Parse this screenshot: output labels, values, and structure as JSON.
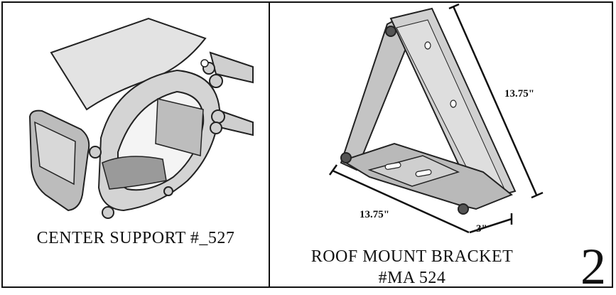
{
  "left_panel": {
    "caption": "CENTER SUPPORT #_527"
  },
  "right_panel": {
    "caption_line1": "ROOF MOUNT BRACKET",
    "caption_line2": "#MA 524",
    "dim_side": "13.75\"",
    "dim_base": "13.75\"",
    "dim_width": "3\""
  },
  "page_number": "2",
  "colors": {
    "border": "#111111",
    "metal_light": "#d9d9d9",
    "metal_mid": "#b5b5b5",
    "metal_dark": "#8c8c8c"
  }
}
